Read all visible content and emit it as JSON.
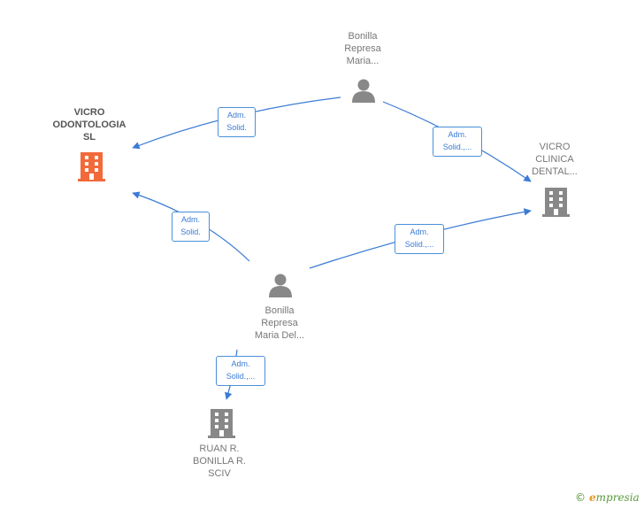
{
  "colors": {
    "edge": "#3a7bd5",
    "person_icon": "#888888",
    "building_icon": "#888888",
    "building_highlight": "#f26a3a"
  },
  "nodes": {
    "person_top": {
      "type": "person",
      "lines": [
        "Bonilla",
        "Represa",
        "Maria..."
      ]
    },
    "person_bottom": {
      "type": "person",
      "lines": [
        "Bonilla",
        "Represa",
        "Maria Del..."
      ]
    },
    "vicro_odontologia": {
      "type": "company",
      "highlight": true,
      "lines": [
        "VICRO",
        "ODONTOLOGIA",
        "SL"
      ]
    },
    "vicro_clinica": {
      "type": "company",
      "lines": [
        "VICRO",
        "CLINICA",
        "DENTAL..."
      ]
    },
    "ruan": {
      "type": "company",
      "lines": [
        "RUAN R.",
        "BONILLA R.",
        "SCIV"
      ]
    }
  },
  "edges": [
    {
      "from": "person_top",
      "to": "vicro_odontologia",
      "label": [
        "Adm.",
        "Solid."
      ]
    },
    {
      "from": "person_top",
      "to": "vicro_clinica",
      "label": [
        "Adm.",
        "Solid.,..."
      ]
    },
    {
      "from": "person_bottom",
      "to": "vicro_odontologia",
      "label": [
        "Adm.",
        "Solid."
      ]
    },
    {
      "from": "person_bottom",
      "to": "vicro_clinica",
      "label": [
        "Adm.",
        "Solid.,..."
      ]
    },
    {
      "from": "person_bottom",
      "to": "ruan",
      "label": [
        "Adm.",
        "Solid.,..."
      ]
    }
  ],
  "footer": {
    "copyright_symbol": "©",
    "brand_initial": "e",
    "brand_rest": "mpresia"
  }
}
